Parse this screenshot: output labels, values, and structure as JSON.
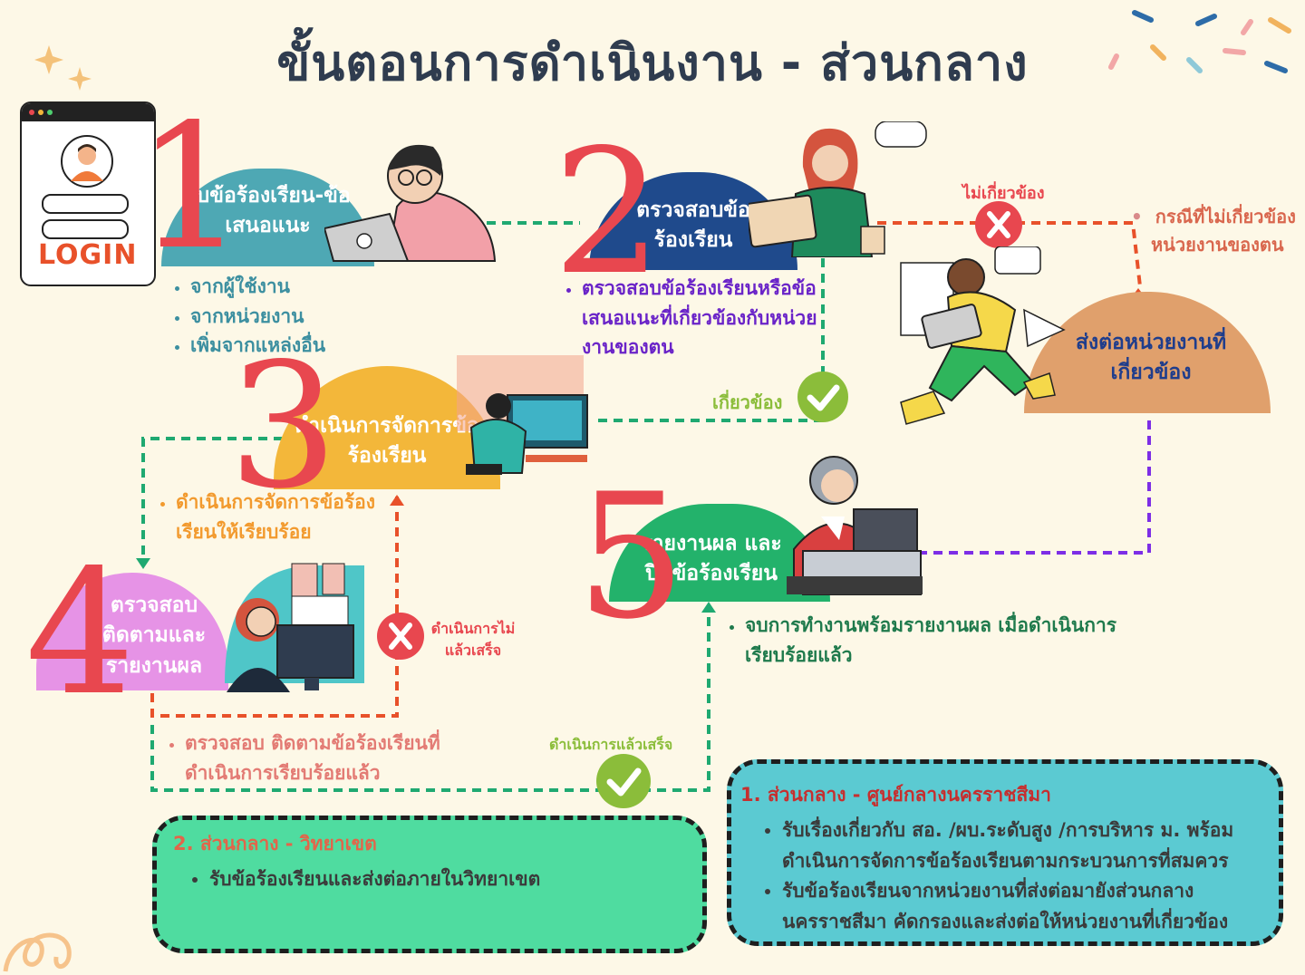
{
  "title": "ขั้นตอนการดำเนินงาน - ส่วนกลาง",
  "login_label": "LOGIN",
  "steps": [
    {
      "number": "1",
      "label": "รับข้อร้องเรียน-ข้อเสนอแนะ",
      "bullets": [
        "จากผู้ใช้งาน",
        "จากหน่วยงาน",
        "เพิ่มจากแหล่งอื่น"
      ]
    },
    {
      "number": "2",
      "label": "ตรวจสอบข้อร้องเรียน",
      "bullets": [
        "ตรวจสอบข้อร้องเรียนหรือข้อเสนอแนะที่เกี่ยวข้องกับหน่วยงานของตน"
      ]
    },
    {
      "number": "3",
      "label": "ดำเนินการจัดการข้อร้องเรียน",
      "bullets": [
        "ดำเนินการจัดการข้อร้องเรียนให้เรียบร้อย"
      ]
    },
    {
      "number": "4",
      "label": "ตรวจสอบติดตามและรายงานผล",
      "bullets": [
        "ตรวจสอบ ติดตามข้อร้องเรียนที่ดำเนินการเรียบร้อยแล้ว"
      ]
    },
    {
      "number": "5",
      "label": "รายงานผล และปิดข้อร้องเรียน",
      "bullets": [
        "จบการทำงานพร้อมรายงานผล เมื่อดำเนินการเรียบร้อยแล้ว"
      ]
    }
  ],
  "forward": {
    "label": "ส่งต่อหน่วยงานที่เกี่ยวข้อง",
    "note": "กรณีที่ไม่เกี่ยวข้องหน่วยงานของตน"
  },
  "annotations": {
    "not_related": "ไม่เกี่ยวข้อง",
    "related": "เกี่ยวข้อง",
    "not_done": "ดำเนินการไม่แล้วเสร็จ",
    "done": "ดำเนินการแล้วเสร็จ"
  },
  "info_boxes": [
    {
      "title": "1. ส่วนกลาง - ศูนย์กลางนครราชสีมา",
      "bullets": [
        "รับเรื่องเกี่ยวกับ สอ. /ผบ.ระดับสูง /การบริหาร ม. พร้อมดำเนินการจัดการข้อร้องเรียนตามกระบวนการที่สมควร",
        "รับข้อร้องเรียนจากหน่วยงานที่ส่งต่อมายังส่วนกลางนครราชสีมา คัดกรองและส่งต่อให้หน่วยงานที่เกี่ยวข้อง"
      ]
    },
    {
      "title": "2. ส่วนกลาง - วิทยาเขต",
      "bullets": [
        "รับข้อร้องเรียนและส่งต่อภายในวิทยาเขต"
      ]
    }
  ],
  "colors": {
    "background": "#fdf8e7",
    "green_dash": "#1fa971",
    "red_dash": "#e8512a",
    "purple_dash": "#7d2ee6",
    "step1": "#4ea8b4",
    "step2": "#1f4a8c",
    "step3": "#f3b73a",
    "step4": "#e693e6",
    "step5": "#23b26b",
    "forward": "#e0a06c",
    "box1": "#5bcad2",
    "box2": "#4fdca0"
  }
}
